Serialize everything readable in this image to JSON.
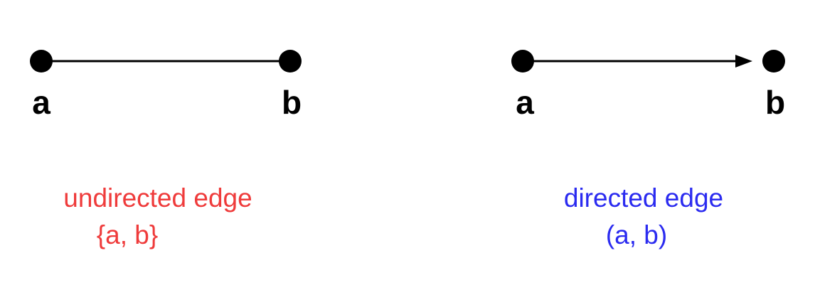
{
  "undirected": {
    "node_a_label": "a",
    "node_b_label": "b",
    "caption_line1": "undirected edge",
    "caption_line2": "{a, b}",
    "caption_color": "#ef3b3b"
  },
  "directed": {
    "node_a_label": "a",
    "node_b_label": "b",
    "caption_line1": "directed edge",
    "caption_line2": "(a, b)",
    "caption_color": "#2b2bf0"
  },
  "colors": {
    "node": "#000000",
    "edge": "#000000",
    "background": "#ffffff"
  }
}
